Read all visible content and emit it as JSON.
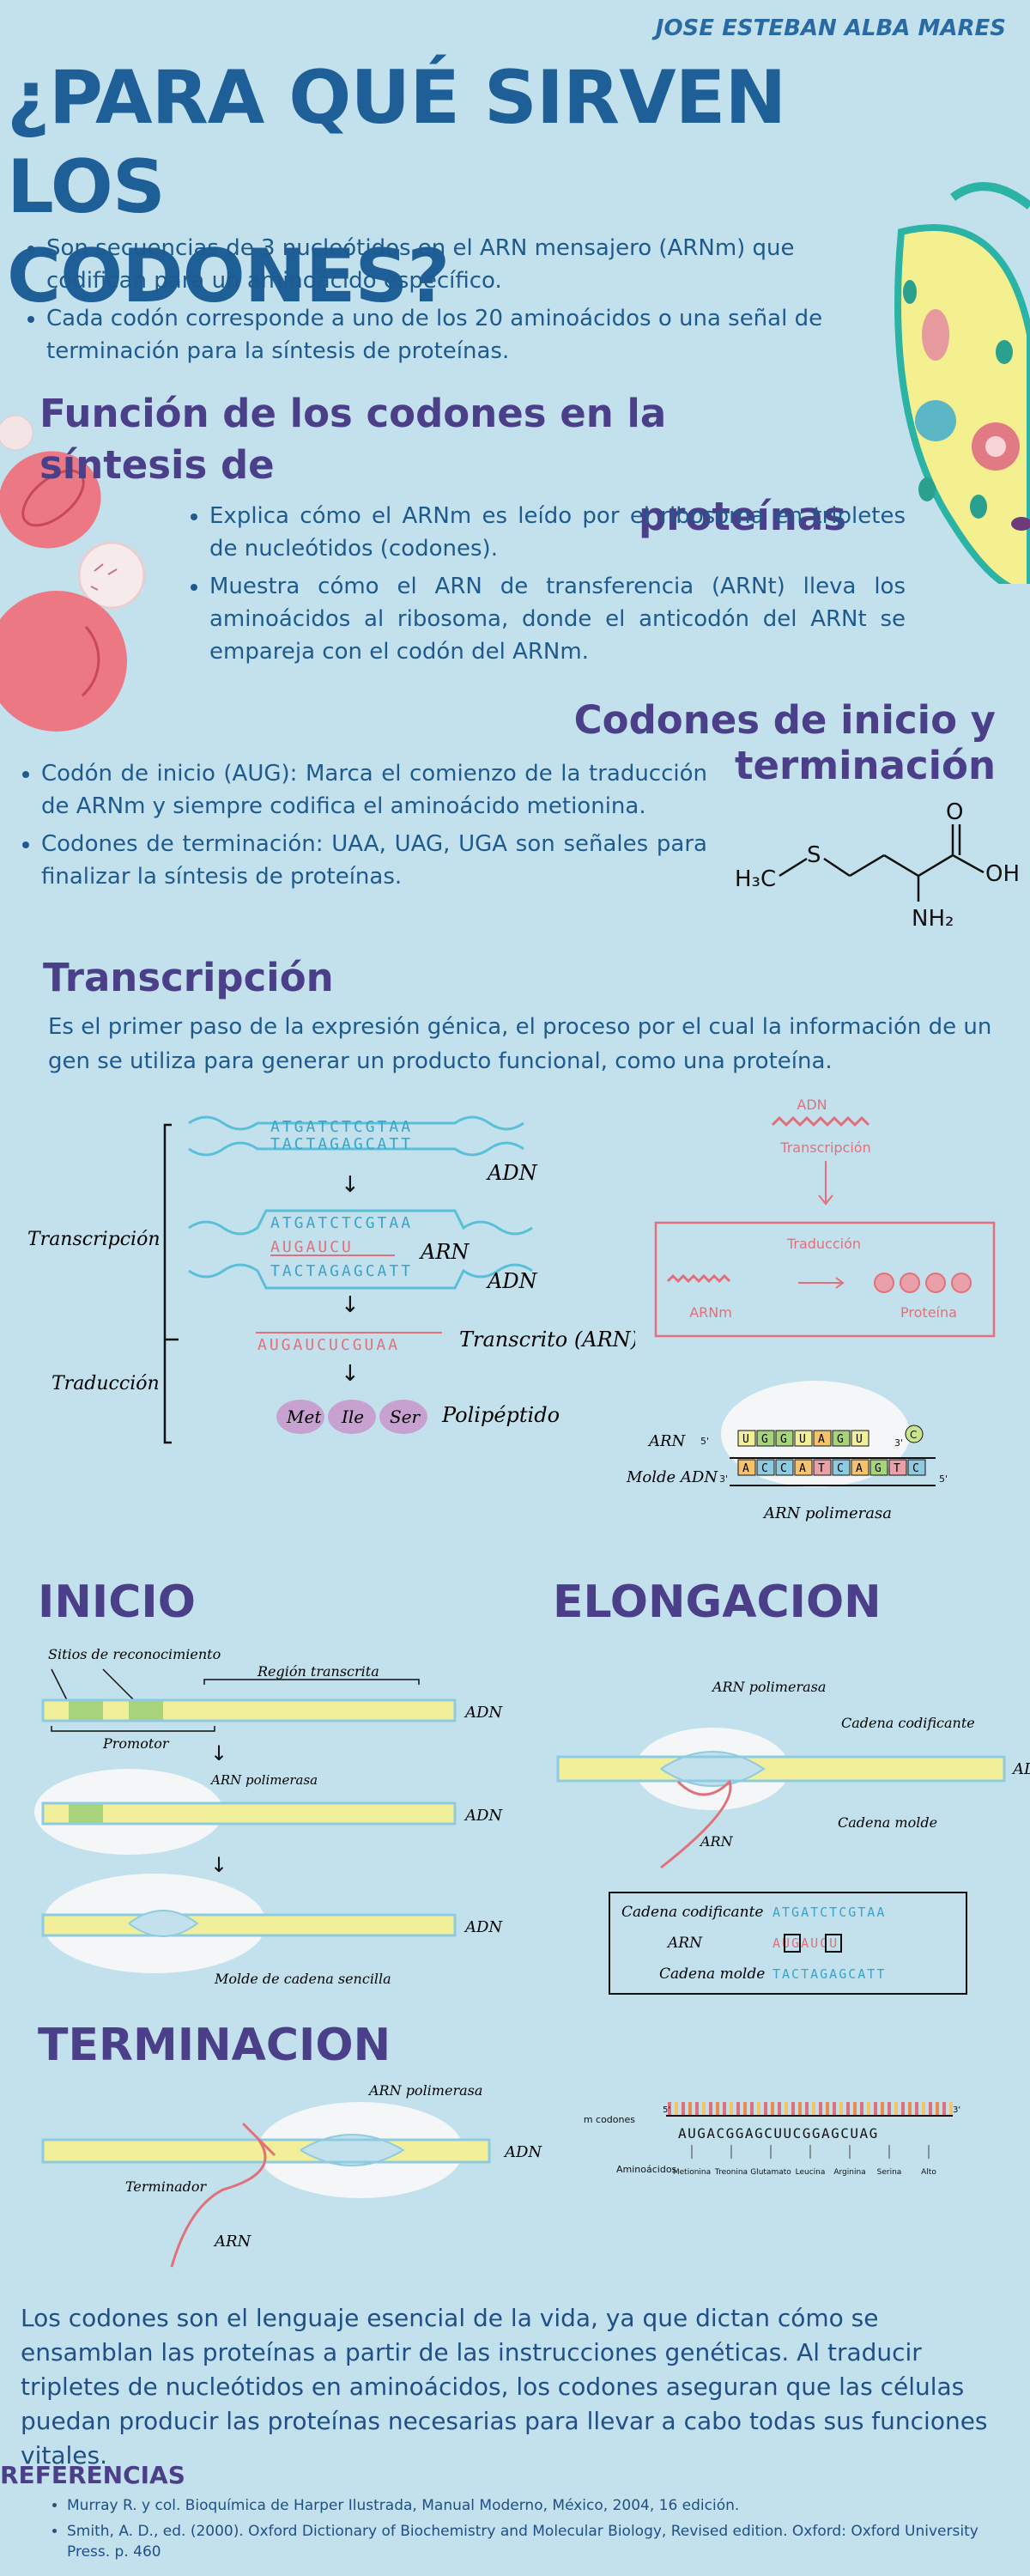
{
  "author": "JOSE ESTEBAN ALBA MARES",
  "title": {
    "line1": "¿PARA QUÉ SIRVEN LOS",
    "line2": "CODONES?"
  },
  "intro": [
    "Son secuencias de 3 nucleótidos en el ARN mensajero (ARNm) que codifican para un aminoácido específico.",
    "Cada codón corresponde a uno de los 20 aminoácidos o una señal de terminación para la síntesis de proteínas."
  ],
  "section1": {
    "title_a": "Función de los codones en la síntesis de",
    "title_b": "proteínas",
    "items": [
      "Explica cómo el ARNm es leído por el ribosoma en tripletes de nucleótidos (codones).",
      "Muestra cómo el ARN de transferencia (ARNt) lleva los aminoácidos al ribosoma, donde el anticodón del ARNt se empareja con el codón del ARNm."
    ]
  },
  "section2": {
    "title": "Codones de inicio y terminación",
    "items": [
      "Codón de inicio (AUG): Marca el comienzo de la traducción de ARNm y siempre codifica el aminoácido metionina.",
      "Codones de terminación: UAA, UAG, UGA son señales para finalizar la síntesis de proteínas."
    ]
  },
  "molecule": {
    "o": "O",
    "oh": "OH",
    "s": "S",
    "h3c": "H₃C",
    "nh2": "NH₂"
  },
  "transcripcion": {
    "title": "Transcripción",
    "text": "Es el primer paso de la expresión génica, el proceso por el cual la información de un gen se utiliza para generar un producto funcional, como una proteína.",
    "diagram": {
      "label_transcripcion": "Transcripción",
      "label_traduccion": "Traducción",
      "seq_top": "ATGATCTCGTAA",
      "seq_bottom": "TACTAGAGCATT",
      "seq_arn": "AUGAUCU",
      "seq_transcrito": "AUGAUCUCGUAA",
      "adn": "ADN",
      "arn": "ARN",
      "transcrito": "Transcrito (ARN)",
      "aa1": "Met",
      "aa2": "Ile",
      "aa3": "Ser",
      "polipeptido": "Polipéptido"
    },
    "right_diagram": {
      "adn": "ADN",
      "transcripcion": "Transcripción",
      "traduccion": "Traducción",
      "arnm": "ARNm",
      "proteina": "Proteína"
    },
    "polimerasa": {
      "arn": "ARN",
      "molde": "Molde ADN",
      "label": "ARN polimerasa",
      "top_bases": [
        "U",
        "G",
        "G",
        "U",
        "A",
        "G",
        "U"
      ],
      "bottom_bases": [
        "A",
        "C",
        "C",
        "A",
        "T",
        "C",
        "A",
        "G",
        "T",
        "C"
      ],
      "c": "C",
      "p3a": "3'",
      "p3b": "3'",
      "p5a": "5'",
      "p5b": "5'"
    }
  },
  "inicio": {
    "title": "INICIO",
    "sitios": "Sitios de reconocimiento",
    "region": "Región transcrita",
    "promotor": "Promotor",
    "arn_pol": "ARN polimerasa",
    "molde": "Molde de cadena sencilla",
    "adn": "ADN"
  },
  "elongacion": {
    "title": "ELONGACION",
    "arn_pol": "ARN polimerasa",
    "codificante": "Cadena codificante",
    "molde": "Cadena molde",
    "arn": "ARN",
    "adn": "ADN",
    "box_codificante": "Cadena codificante",
    "box_arn": "ARN",
    "box_molde": "Cadena molde",
    "box_seq_top": "ATGATCTCGTAA",
    "box_seq_mid": "AUGAUCU",
    "box_seq_bottom": "TACTAGAGCATT"
  },
  "terminacion": {
    "title": "TERMINACION",
    "arn_pol": "ARN polimerasa",
    "terminador": "Terminador",
    "arn": "ARN",
    "adn": "ADN"
  },
  "codon_chart": {
    "arnm_codones": "ARNm codones",
    "aminoacidos": "Aminoácidos",
    "sequence": "AUGACGGAGCUUCGGAGCUAG",
    "five": "5'",
    "three": "3'",
    "aas": [
      "Metionina",
      "Treonina",
      "Glutamato",
      "Leucina",
      "Arginina",
      "Serina",
      "Alto"
    ]
  },
  "conclusion": "Los codones son el lenguaje esencial de la vida, ya que dictan cómo se ensamblan las proteínas a partir de las instrucciones genéticas. Al traducir tripletes de nucleótidos en aminoácidos, los codones aseguran que las células puedan producir las proteínas necesarias para llevar a cabo todas sus funciones vitales.",
  "references": {
    "title": "REFERENCIAS",
    "items": [
      "Murray R. y col. Bioquímica de Harper Ilustrada, Manual Moderno, México, 2004, 16 edición.",
      "Smith, A. D., ed. (2000). Oxford Dictionary of Biochemistry and Molecular Biology, Revised edition. Oxford: Oxford University Press. p. 460"
    ]
  },
  "colors": {
    "background": "#c3e1ec",
    "title": "#1f5f98",
    "heading": "#4b3f8a",
    "text": "#1f5a8f",
    "accent_red": "#e2707a"
  }
}
